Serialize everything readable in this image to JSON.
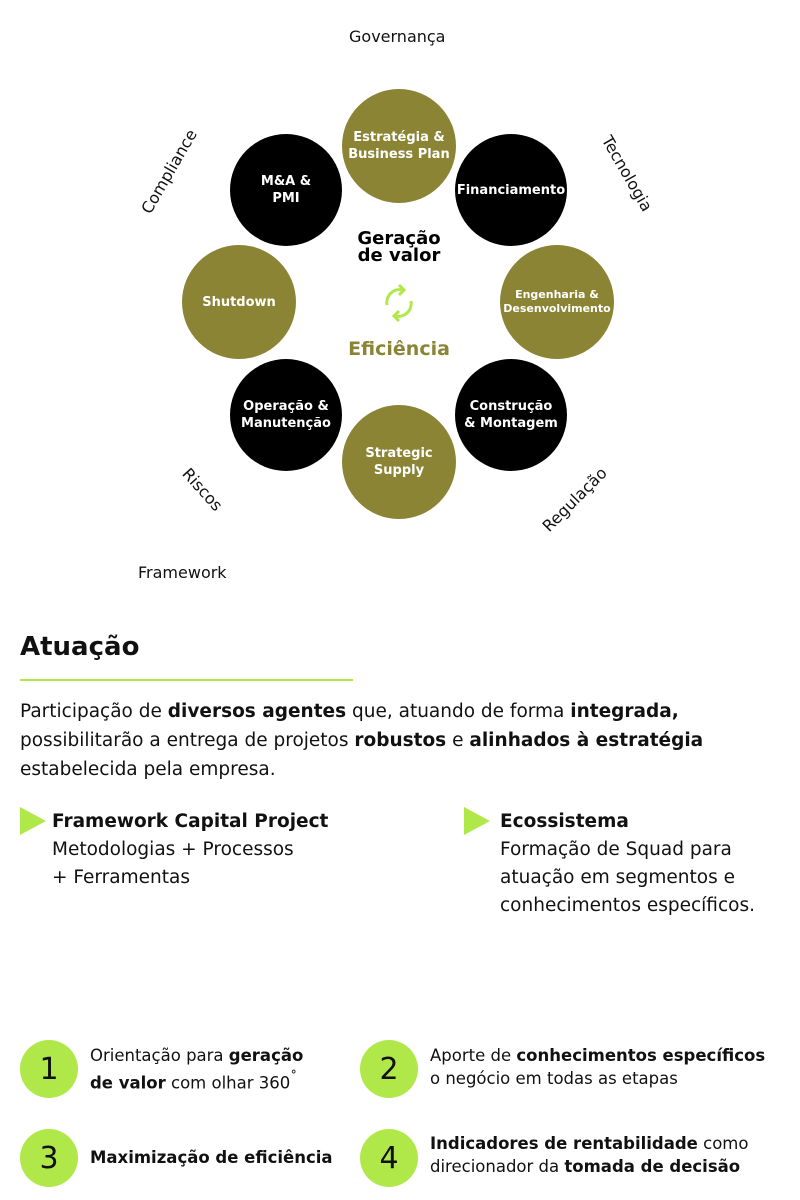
{
  "diagram": {
    "outer_labels": {
      "governanca": "Governança",
      "compliance": "Compliance",
      "tecnologia": "Tecnologia",
      "riscos": "Riscos",
      "regulacao": "Regulação",
      "framework": "Framework"
    },
    "circles": [
      {
        "line1": "Estratégia &",
        "line2": "Business Plan",
        "color": "#8b8434"
      },
      {
        "line1": "M&A &",
        "line2": "PMI",
        "color": "#000000"
      },
      {
        "line1": "Financiamento",
        "line2": "",
        "color": "#000000"
      },
      {
        "line1": "Shutdown",
        "line2": "",
        "color": "#8b8434"
      },
      {
        "line1": "Engenharia &",
        "line2": "Desenvolvimento",
        "color": "#8b8434"
      },
      {
        "line1": "Operação &",
        "line2": "Manutenção",
        "color": "#000000"
      },
      {
        "line1": "Construção",
        "line2": "& Montagem",
        "color": "#000000"
      },
      {
        "line1": "Strategic",
        "line2": "Supply",
        "color": "#8b8434"
      }
    ],
    "center_top_1": "Geração",
    "center_top_2": "de valor",
    "center_bottom": "Eficiência",
    "center_icon": "refresh-cycle-icon"
  },
  "atuacao": {
    "title": "Atuação",
    "paragraph": [
      "Participação de ",
      "diversos agentes",
      " que, atuando de forma ",
      "integrada,",
      " possibilitarão a entrega de projetos ",
      "robustos",
      " e ",
      "alinhados à estratégia",
      " estabelecida pela empresa."
    ],
    "features": [
      {
        "title": "Framework Capital Project",
        "line1": "Metodologias + Processos",
        "line2": "+ Ferramentas",
        "line3": ""
      },
      {
        "title": "Ecossistema",
        "line1": "Formação de Squad para",
        "line2": "atuação em segmentos e",
        "line3": "conhecimentos específicos."
      }
    ]
  },
  "points": [
    {
      "num": "1",
      "parts": [
        "Orientação para ",
        "geração",
        "de valor",
        " com olhar 360",
        "˚"
      ]
    },
    {
      "num": "2",
      "parts": [
        "Aporte de ",
        "conhecimentos específicos",
        "o negócio em todas as etapas"
      ]
    },
    {
      "num": "3",
      "parts": [
        "Maximização de eficiência"
      ]
    },
    {
      "num": "4",
      "parts": [
        "Indicadores de rentabilidade",
        " como",
        "direcionador da ",
        "tomada de decisão"
      ]
    }
  ],
  "colors": {
    "olive": "#8b8434",
    "accent": "#b0e84a",
    "black": "#000000"
  }
}
